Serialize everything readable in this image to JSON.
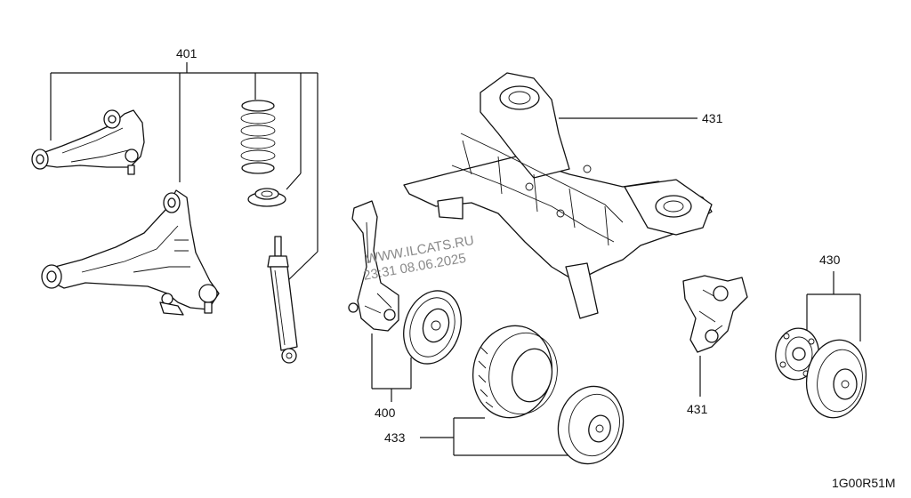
{
  "callouts": {
    "label_401": "401",
    "label_431_frame": "431",
    "label_430": "430",
    "label_400": "400",
    "label_433": "433",
    "label_431_knuckle": "431"
  },
  "watermark": {
    "site": "WWW.ILCATS.RU",
    "timestamp": "23:31 08.06.2025"
  },
  "diagram_code": "1G00R51M"
}
